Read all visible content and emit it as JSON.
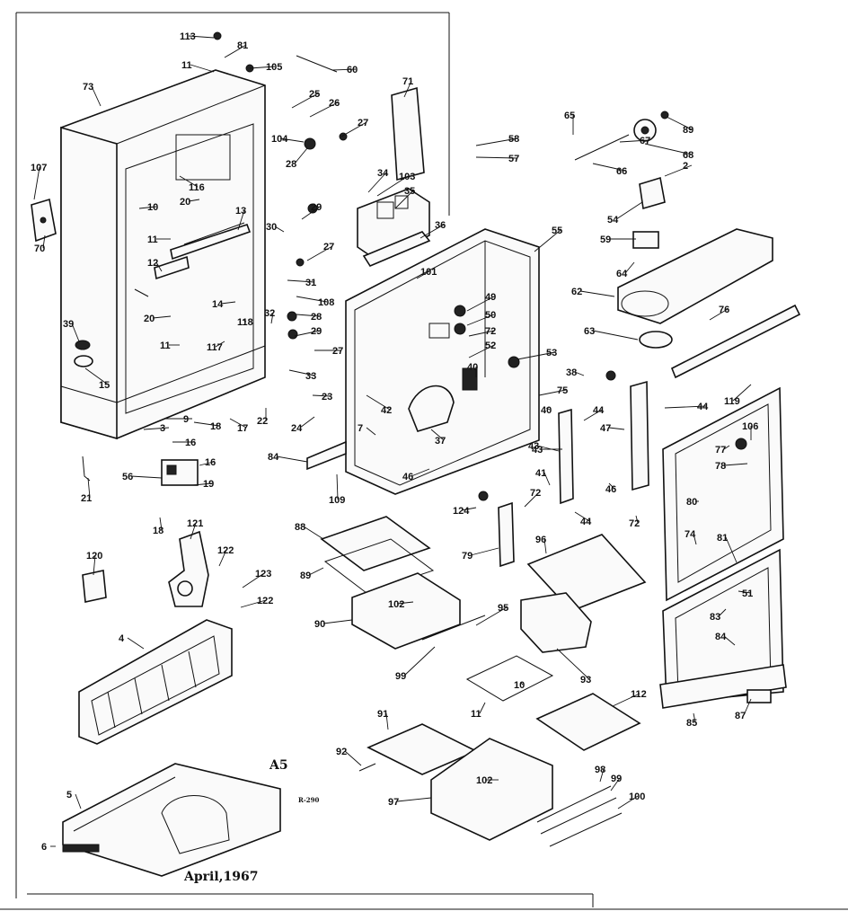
{
  "diagram": {
    "section": "A5",
    "date": "April,1967",
    "drawing_code": "R-290",
    "colors": {
      "ink": "#111111",
      "paper": "#ffffff"
    }
  },
  "callouts": [
    "113",
    "81",
    "11",
    "105",
    "60",
    "73",
    "25",
    "26",
    "104",
    "27",
    "28",
    "71",
    "58",
    "57",
    "65",
    "89",
    "68",
    "67",
    "66",
    "2",
    "54",
    "107",
    "70",
    "116",
    "10",
    "20",
    "13",
    "11",
    "30",
    "29",
    "27",
    "34",
    "103",
    "35",
    "36",
    "55",
    "59",
    "64",
    "62",
    "76",
    "63",
    "12",
    "31",
    "108",
    "101",
    "49",
    "50",
    "72",
    "52",
    "53",
    "38",
    "40",
    "75",
    "44",
    "47",
    "119",
    "77",
    "106",
    "78",
    "39",
    "20",
    "14",
    "118",
    "11",
    "117",
    "15",
    "32",
    "28",
    "29",
    "27",
    "33",
    "43",
    "23",
    "22",
    "24",
    "42",
    "9",
    "18",
    "17",
    "3",
    "16",
    "7",
    "37",
    "40",
    "44",
    "43",
    "41",
    "46",
    "72",
    "44",
    "72",
    "84",
    "46",
    "109",
    "21",
    "56",
    "16",
    "19",
    "18",
    "124",
    "79",
    "96",
    "80",
    "74",
    "81",
    "51",
    "83",
    "84",
    "85",
    "87",
    "121",
    "122",
    "123",
    "122",
    "120",
    "88",
    "89",
    "90",
    "102",
    "95",
    "99",
    "93",
    "4",
    "10",
    "11",
    "112",
    "91",
    "92",
    "102",
    "97",
    "98",
    "99",
    "100",
    "5",
    "6"
  ]
}
